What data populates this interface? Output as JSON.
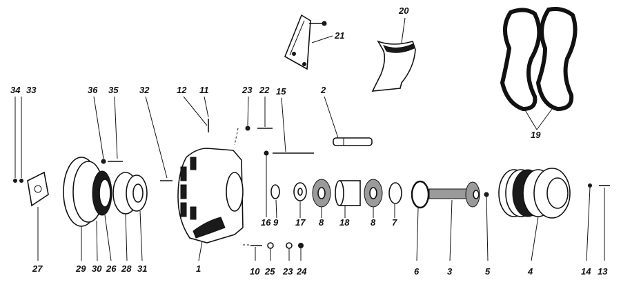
{
  "labels": {
    "l1": "1",
    "l2": "2",
    "l3": "3",
    "l4": "4",
    "l5": "5",
    "l6": "6",
    "l7": "7",
    "l8a": "8",
    "l8b": "8",
    "l9": "9",
    "l10": "10",
    "l11": "11",
    "l12": "12",
    "l13": "13",
    "l14": "14",
    "l15": "15",
    "l16": "16",
    "l17": "17",
    "l18": "18",
    "l19": "19",
    "l20": "20",
    "l21": "21",
    "l22": "22",
    "l23a": "23",
    "l23b": "23",
    "l24": "24",
    "l25": "25",
    "l26": "26",
    "l27": "27",
    "l28": "28",
    "l29": "29",
    "l30": "30",
    "l31": "31",
    "l32": "32",
    "l33": "33",
    "l34": "34",
    "l35": "35",
    "l36": "36"
  }
}
